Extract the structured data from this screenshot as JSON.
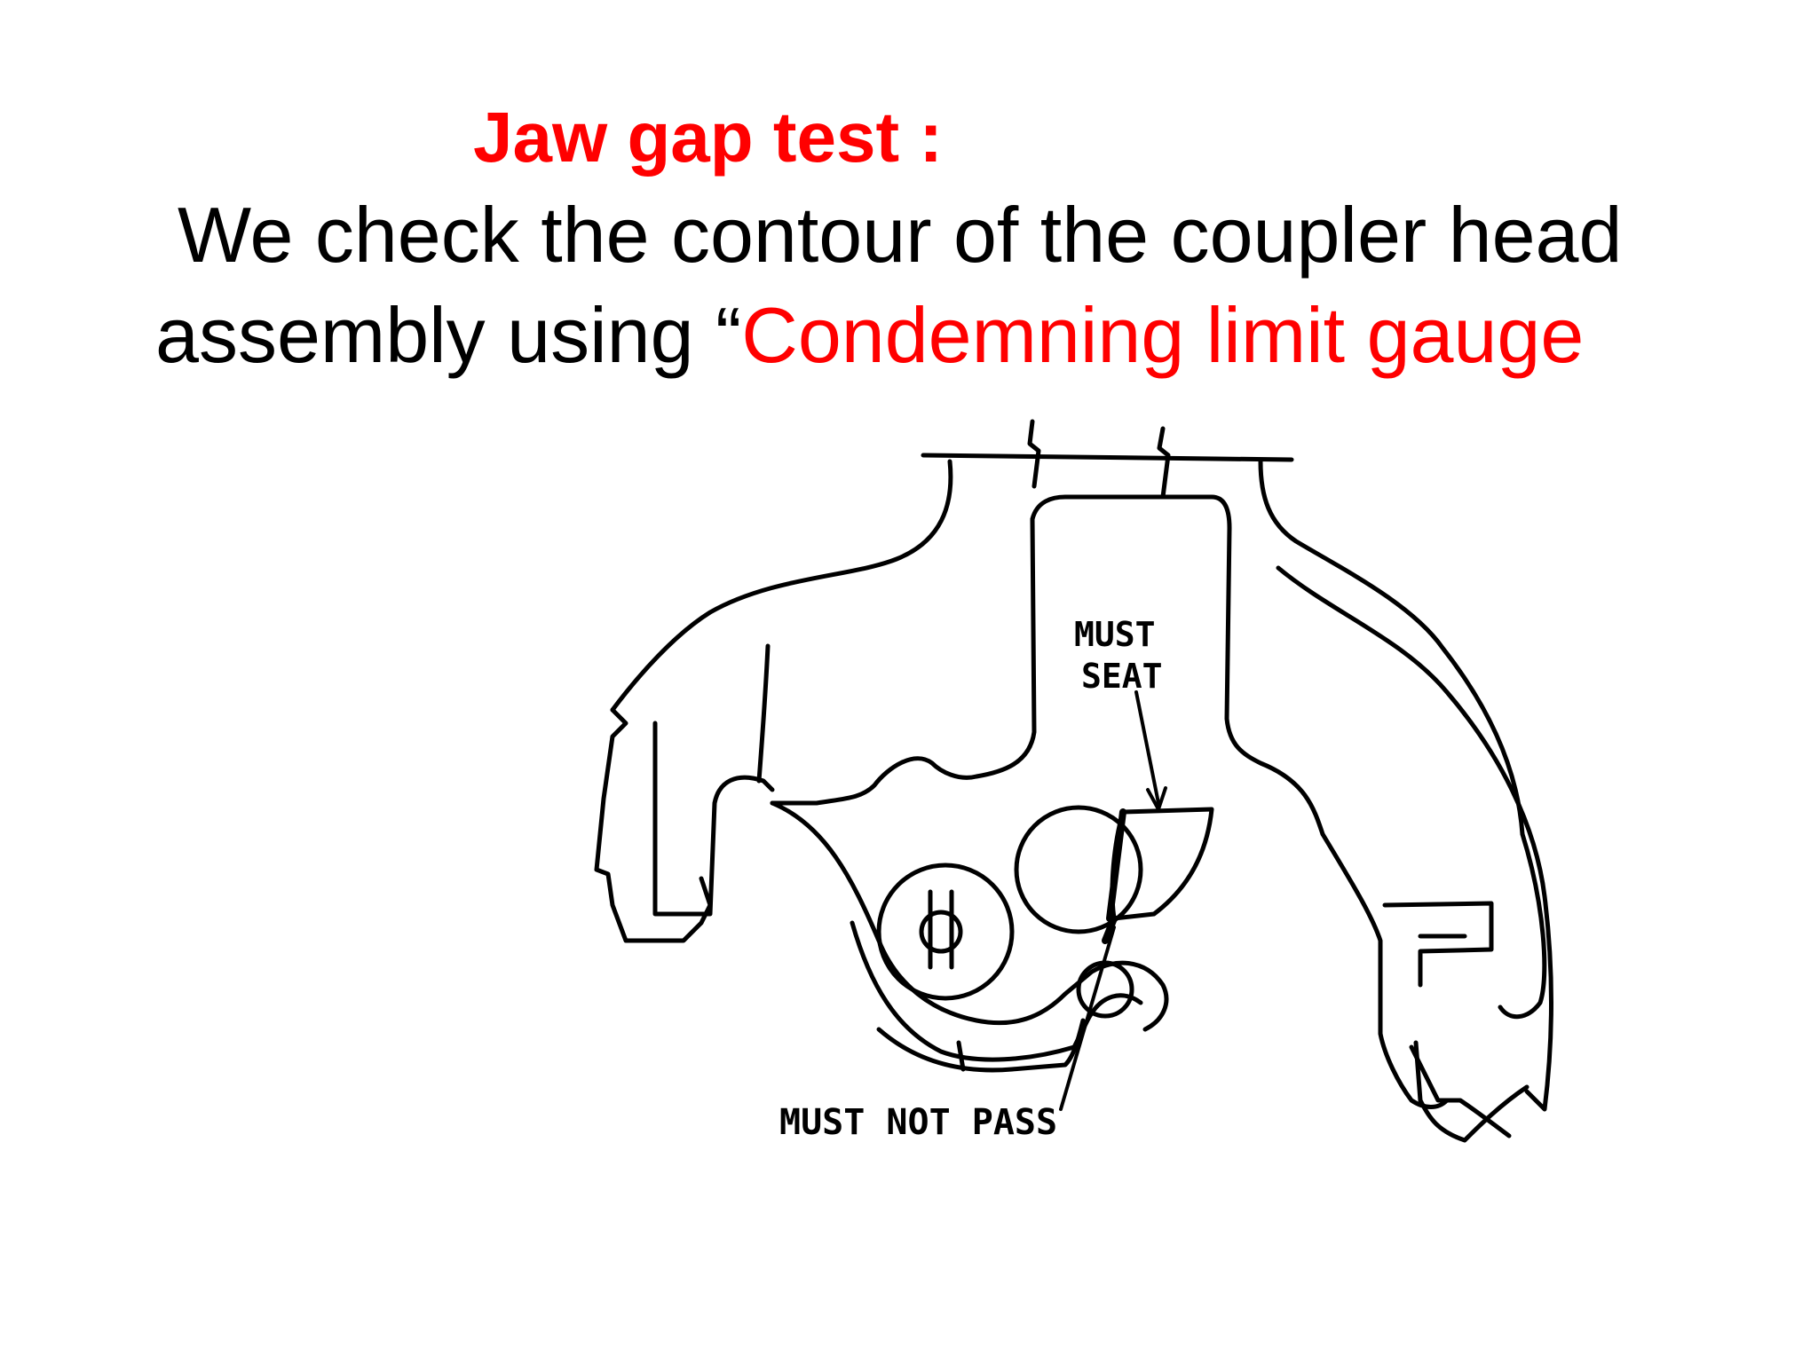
{
  "colors": {
    "accent": "#ff0000",
    "text": "#000000",
    "background": "#ffffff"
  },
  "slide": {
    "title": "Jaw gap test :",
    "body_line1": "We check the contour of the coupler head",
    "body_line2_prefix": "assembly using “",
    "body_line2_highlight": "Condemning limit gauge"
  },
  "figure": {
    "label_must": "MUST",
    "label_seat": "SEAT",
    "label_must_not_pass": "MUST NOT PASS"
  }
}
